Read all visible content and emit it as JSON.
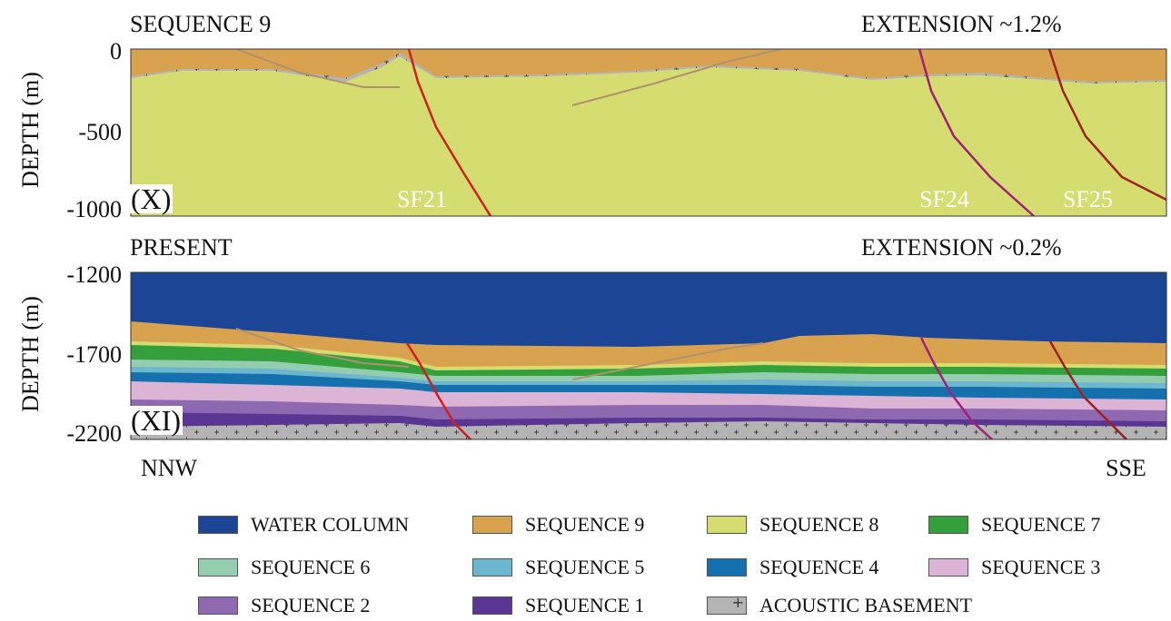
{
  "panels": [
    {
      "title": "SEQUENCE 9",
      "extension": "EXTENSION  ~1.2%",
      "ylabel": "DEPTH (m)",
      "ticks": [
        "0",
        "-500",
        "-1000"
      ],
      "panel_label": "(X)",
      "faults": [
        "SF21",
        "SF24",
        "SF25"
      ]
    },
    {
      "title": "PRESENT",
      "extension": "EXTENSION  ~0.2%",
      "ylabel": "DEPTH (m)",
      "ticks": [
        "-1200",
        "-1700",
        "-2200"
      ],
      "panel_label": "(XI)"
    }
  ],
  "directions": {
    "left": "NNW",
    "right": "SSE"
  },
  "legend": [
    {
      "label": "WATER COLUMN",
      "color": "#1c4595"
    },
    {
      "label": "SEQUENCE 9",
      "color": "#d8a24e"
    },
    {
      "label": "SEQUENCE 8",
      "color": "#d5dd70"
    },
    {
      "label": "SEQUENCE 7",
      "color": "#34a03c"
    },
    {
      "label": "SEQUENCE 6",
      "color": "#94cdb2"
    },
    {
      "label": "SEQUENCE 5",
      "color": "#6cb7ce"
    },
    {
      "label": "SEQUENCE 4",
      "color": "#1571ad"
    },
    {
      "label": "SEQUENCE 3",
      "color": "#dcb4d6"
    },
    {
      "label": "SEQUENCE 2",
      "color": "#8e69b2"
    },
    {
      "label": "SEQUENCE 1",
      "color": "#5a3592"
    },
    {
      "label": "ACOUSTIC BASEMENT",
      "color": "#b4b4b4"
    }
  ]
}
